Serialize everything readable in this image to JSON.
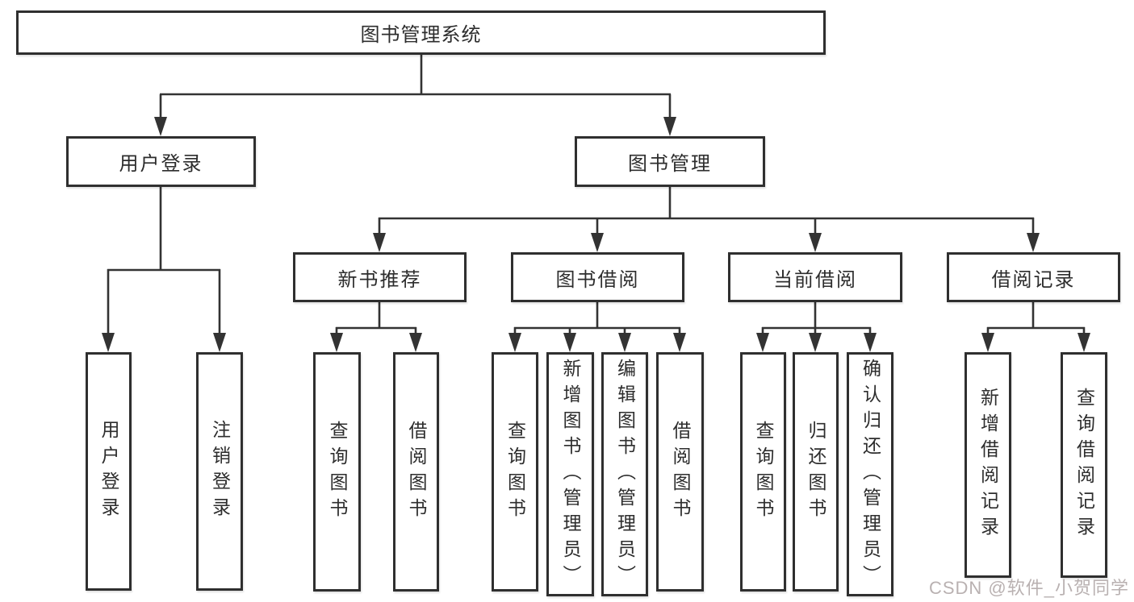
{
  "tree": {
    "root": {
      "label": "图书管理系统"
    },
    "branches": [
      {
        "label": "用户登录",
        "children": [
          "用户登录",
          "注销登录"
        ]
      },
      {
        "label": "图书管理",
        "sections": [
          {
            "label": "新书推荐",
            "children": [
              "查询图书",
              "借阅图书"
            ]
          },
          {
            "label": "图书借阅",
            "children": [
              "查询图书",
              "新增图书（管理员）",
              "编辑图书（管理员）",
              "借阅图书"
            ]
          },
          {
            "label": "当前借阅",
            "children": [
              "查询图书",
              "归还图书",
              "确认归还（管理员）"
            ]
          },
          {
            "label": "借阅记录",
            "children": [
              "新增借阅记录",
              "查询借阅记录"
            ]
          }
        ]
      }
    ]
  },
  "watermark": {
    "text": "CSDN @软件_小贺同学"
  },
  "colors": {
    "line": "#333333",
    "box_border": "#2f2f2f",
    "text": "#2d2d2d",
    "watermark": "#b9b1b1",
    "background": "#ffffff"
  }
}
